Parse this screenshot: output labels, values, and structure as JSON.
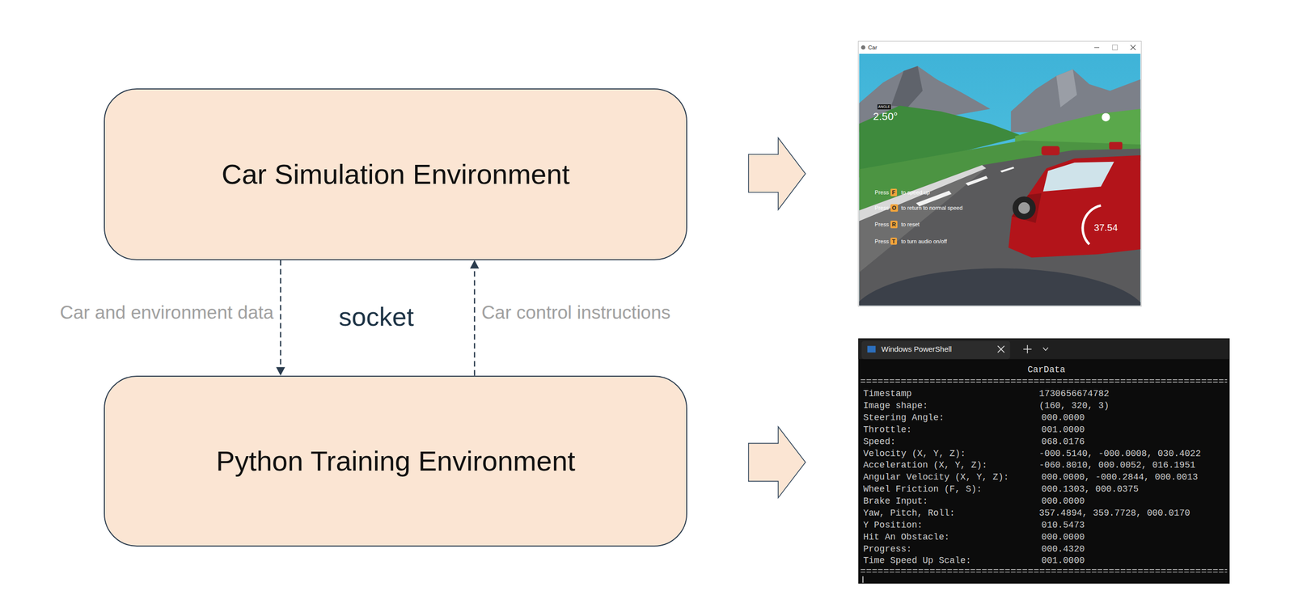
{
  "diagram": {
    "nodes": [
      {
        "text": [
          "Car Simulation Environment"
        ]
      },
      {
        "text": [
          "Python Training Environment"
        ]
      }
    ],
    "edges": [
      {
        "from": 0,
        "to": 1,
        "label": "Car and environment data",
        "arrow": "to"
      },
      {
        "from": 1,
        "to": 0,
        "label": "Car control instructions",
        "arrow": "to"
      }
    ],
    "labels": [
      "socket",
      "Car",
      "ANGLE",
      "2.50°",
      "Press",
      "F",
      "to speed up",
      "Press",
      "O",
      "to return to normal speed",
      "Press",
      "R",
      "to reset",
      "Press",
      "T",
      "to turn audio on/off",
      "37.54",
      "Windows PowerShell",
      "CarData",
      "Timestamp",
      "1730656674782",
      "Image shape:",
      "(160, 320, 3)",
      "Steering Angle:",
      "000.0000",
      "Throttle:",
      "001.0000",
      "Speed:",
      "068.0176",
      "Velocity (X, Y, Z):",
      "-000.5140, -000.0008, 030.4022",
      "Acceleration (X, Y, Z):",
      "-060.8010, 000.0052, 016.1951",
      "Angular Velocity (X, Y, Z):",
      "000.0000, -000.2844, 000.0013",
      "Wheel Friction (F, S):",
      "000.1303, 000.0375",
      "Brake Input:",
      "000.0000",
      "Yaw, Pitch, Roll:",
      "357.4894, 359.7728, 000.0170",
      "Y Position:",
      "010.5473",
      "Hit An Obstacle:",
      "000.0000",
      "Progress:",
      "000.4320",
      "Time Speed Up Scale:",
      "001.0000"
    ]
  }
}
